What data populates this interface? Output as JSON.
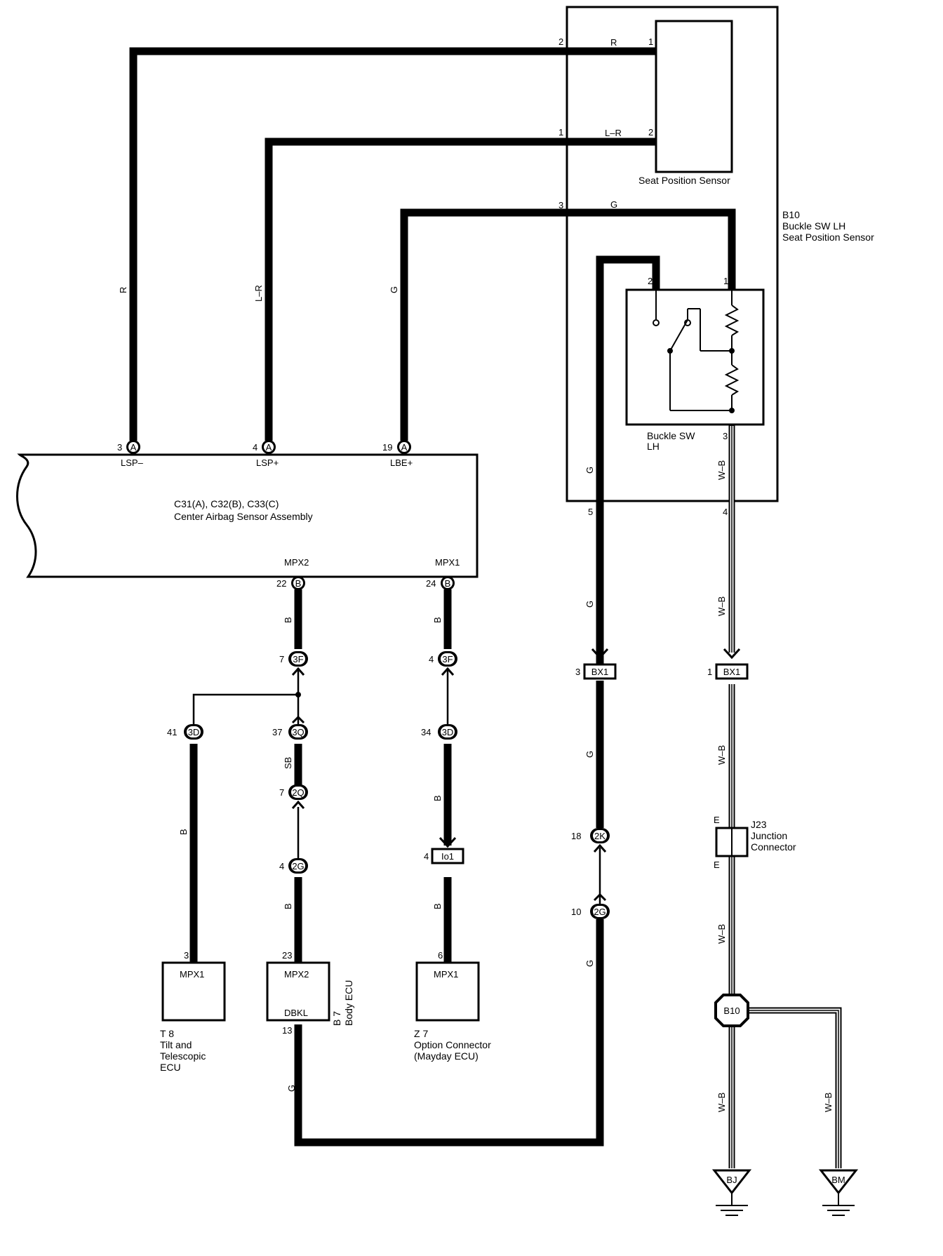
{
  "components": {
    "seat_position_sensor": {
      "label": "Seat Position Sensor"
    },
    "b10": {
      "code": "B10",
      "name": "Buckle SW LH",
      "desc": "Seat Position Sensor"
    },
    "buckle_sw": {
      "label1": "Buckle SW",
      "label2": "LH"
    },
    "airbag_ecu": {
      "codes": "C31(A), C32(B), C33(C)",
      "name": "Center Airbag Sensor Assembly",
      "pins": {
        "lsp_minus": "LSP–",
        "lsp_plus": "LSP+",
        "lbe_plus": "LBE+",
        "mpx2": "MPX2",
        "mpx1": "MPX1"
      }
    },
    "t8": {
      "code": "T 8",
      "l1": "Tilt and",
      "l2": "Telescopic",
      "l3": "ECU",
      "pin": "MPX1"
    },
    "b7": {
      "code": "B 7",
      "name": "Body ECU",
      "pin_top": "MPX2",
      "pin_bottom": "DBKL"
    },
    "z7": {
      "code": "Z 7",
      "l1": "Option Connector",
      "l2": "(Mayday ECU)",
      "pin": "MPX1"
    },
    "j23": {
      "code": "J23",
      "l1": "Junction",
      "l2": "Connector",
      "pin": "E"
    }
  },
  "connectors": {
    "A": "A",
    "B": "B",
    "3F": "3F",
    "3D": "3D",
    "3Q": "3Q",
    "2Q": "2Q",
    "2G": "2G",
    "2K": "2K",
    "BX1": "BX1",
    "Io1": "Io1",
    "B10": "B10"
  },
  "wire_colors": {
    "R": "R",
    "L_R": "L–R",
    "G": "G",
    "B": "B",
    "SB": "SB",
    "W_B": "W–B"
  },
  "pins": {
    "p1": "1",
    "p2": "2",
    "p3": "3",
    "p4": "4",
    "p5": "5",
    "p6": "6",
    "p7": "7",
    "p10": "10",
    "p13": "13",
    "p18": "18",
    "p19": "19",
    "p22": "22",
    "p23": "23",
    "p24": "24",
    "p34": "34",
    "p37": "37",
    "p41": "41"
  },
  "grounds": {
    "bj": "BJ",
    "bm": "BM"
  }
}
